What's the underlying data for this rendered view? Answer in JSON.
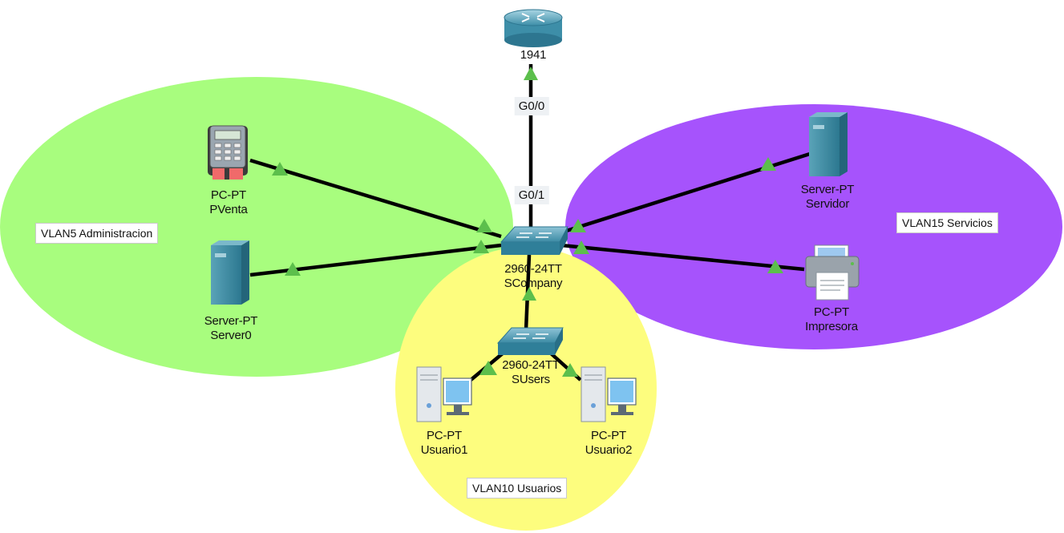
{
  "colors": {
    "vlan5_zone": "#a8fd7e",
    "vlan10_zone": "#fdfd7e",
    "vlan15_zone": "#a653fc",
    "link": "#000000",
    "link_status": "#5cbf4c"
  },
  "vlans": [
    {
      "label": "VLAN5 Administracion"
    },
    {
      "label": "VLAN15 Servicios"
    },
    {
      "label": "VLAN10 Usuarios"
    }
  ],
  "ports": {
    "router_side": "G0/0",
    "switch_side": "G0/1"
  },
  "devices": {
    "router": {
      "model": "1941",
      "icon": "router-icon"
    },
    "scompany": {
      "model": "2960-24TT",
      "name": "SCompany",
      "icon": "switch-icon"
    },
    "susers": {
      "model": "2960-24TT",
      "name": "SUsers",
      "icon": "switch-icon"
    },
    "pventa": {
      "model": "PC-PT",
      "name": "PVenta",
      "icon": "pos-terminal-icon"
    },
    "server0": {
      "model": "Server-PT",
      "name": "Server0",
      "icon": "server-icon"
    },
    "servidor": {
      "model": "Server-PT",
      "name": "Servidor",
      "icon": "server-icon"
    },
    "impresora": {
      "model": "PC-PT",
      "name": "Impresora",
      "icon": "printer-icon"
    },
    "usuario1": {
      "model": "PC-PT",
      "name": "Usuario1",
      "icon": "pc-icon"
    },
    "usuario2": {
      "model": "PC-PT",
      "name": "Usuario2",
      "icon": "pc-icon"
    }
  }
}
